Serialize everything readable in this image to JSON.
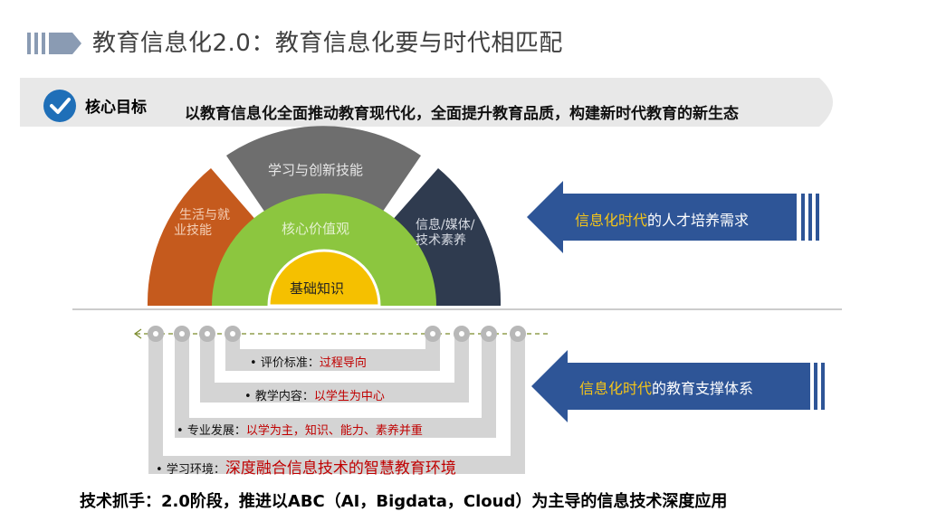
{
  "title": "教育信息化2.0：教育信息化要与时代相匹配",
  "goal": {
    "label": "核心目标",
    "text": "以教育信息化全面推动教育现代化，全面提升教育品质，构建新时代教育的新生态"
  },
  "semicircle": {
    "outer_top": "学习与创新技能",
    "outer_left_line1": "生活与就",
    "outer_left_line2": "业技能",
    "outer_right_line1": "信息/媒体/",
    "outer_right_line2": "技术素养",
    "middle": "核心价值观",
    "inner": "基础知识"
  },
  "arrows": {
    "top": {
      "highlight": "信息化时代",
      "rest": "的人才培养需求"
    },
    "bottom": {
      "highlight": "信息化时代",
      "rest": "的教育支撑体系"
    }
  },
  "items": [
    {
      "label": "评价标准：",
      "value": "过程导向"
    },
    {
      "label": "教学内容：",
      "value": "以学生为中心"
    },
    {
      "label": "专业发展：",
      "value": "以学为主，知识、能力、素养并重"
    },
    {
      "label": "学习环境：",
      "value": "深度融合信息技术的智慧教育环境"
    }
  ],
  "bullet": "•",
  "bottom_line": "技术抓手：2.0阶段，推进以ABC（AI，Bigdata，Cloud）为主导的信息技术深度应用",
  "colors": {
    "orange": "#c55a1d",
    "gray": "#6e6e6e",
    "navy": "#2f3b4f",
    "green": "#8cc63f",
    "yellow": "#f5c000",
    "blue_arrow": "#2e5597",
    "check_blue": "#1f6fb8"
  },
  "icons": [
    "title-bars-icon",
    "checkmark-circle-icon",
    "left-arrow-icon",
    "node-icon"
  ]
}
